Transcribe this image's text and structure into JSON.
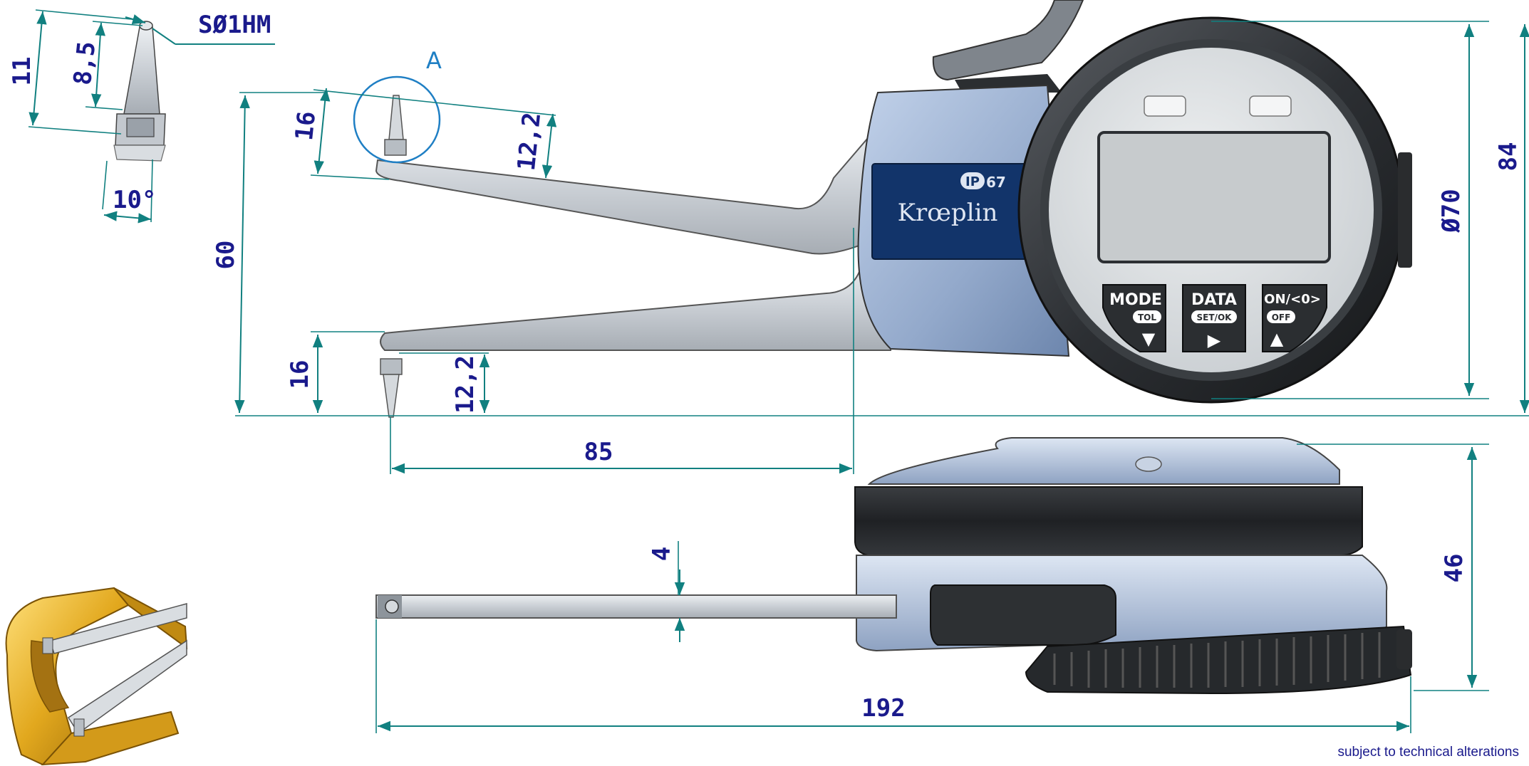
{
  "dimensions": {
    "tip_sphere": "SØ1HM",
    "tip_height_total": "11",
    "tip_height": "8,5",
    "tip_angle": "10°",
    "detail_mark": "A",
    "upper_arm_tip": "16",
    "upper_arm_offset": "12,2",
    "total_height": "60",
    "lower_arm_tip": "16",
    "lower_arm_offset": "12,2",
    "reach": "85",
    "dial_diameter": "Ø70",
    "overall_height": "84",
    "arm_thickness": "4",
    "depth": "46",
    "overall_length": "192"
  },
  "device": {
    "brand": "Krœplin",
    "ip_rating_prefix": "IP",
    "ip_rating_number": "67",
    "buttons": [
      {
        "main": "MODE",
        "sub": "TOL",
        "arrow": "▼"
      },
      {
        "main": "DATA",
        "sub": "SET/OK",
        "arrow": "▶"
      },
      {
        "main": "ON/<0>",
        "sub": "OFF",
        "arrow": "▲"
      }
    ]
  },
  "footer": {
    "note": "subject to technical alterations"
  }
}
